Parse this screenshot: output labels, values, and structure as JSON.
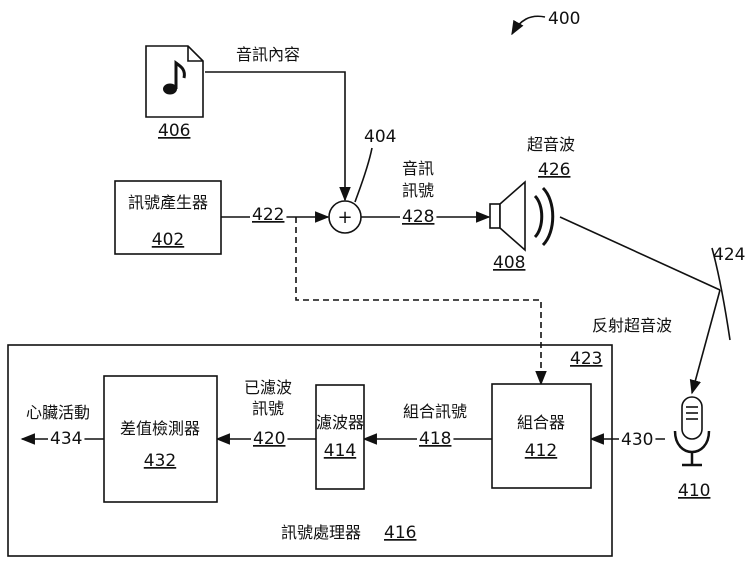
{
  "figure_number": "400",
  "audio_content": {
    "icon": "music-note-file-icon",
    "ref": "406",
    "label": "音訊內容"
  },
  "signal_generator": {
    "label": "訊號產生器",
    "ref": "402"
  },
  "mixer": {
    "ref": "404",
    "symbol": "+"
  },
  "signal_ref_422": "422",
  "audio_signal": {
    "label_line1": "音訊",
    "label_line2": "訊號",
    "ref": "428"
  },
  "speaker": {
    "icon": "speaker-icon",
    "ref": "408"
  },
  "ultrasound": {
    "label": "超音波",
    "ref": "426"
  },
  "surface_ref": "424",
  "reflected": {
    "label": "反射超音波"
  },
  "microphone": {
    "icon": "microphone-icon",
    "ref": "410"
  },
  "mic_signal_ref": "430",
  "processor": {
    "label": "訊號處理器",
    "ref": "416",
    "inner_ref": "423"
  },
  "combiner": {
    "label": "組合器",
    "ref": "412"
  },
  "combined_signal": {
    "label": "組合訊號",
    "ref": "418"
  },
  "filter": {
    "label": "濾波器",
    "ref": "414"
  },
  "filtered_signal": {
    "label_line1": "已濾波",
    "label_line2": "訊號",
    "ref": "420"
  },
  "detector": {
    "label": "差值檢測器",
    "ref": "432"
  },
  "output": {
    "label": "心臟活動",
    "ref": "434"
  }
}
